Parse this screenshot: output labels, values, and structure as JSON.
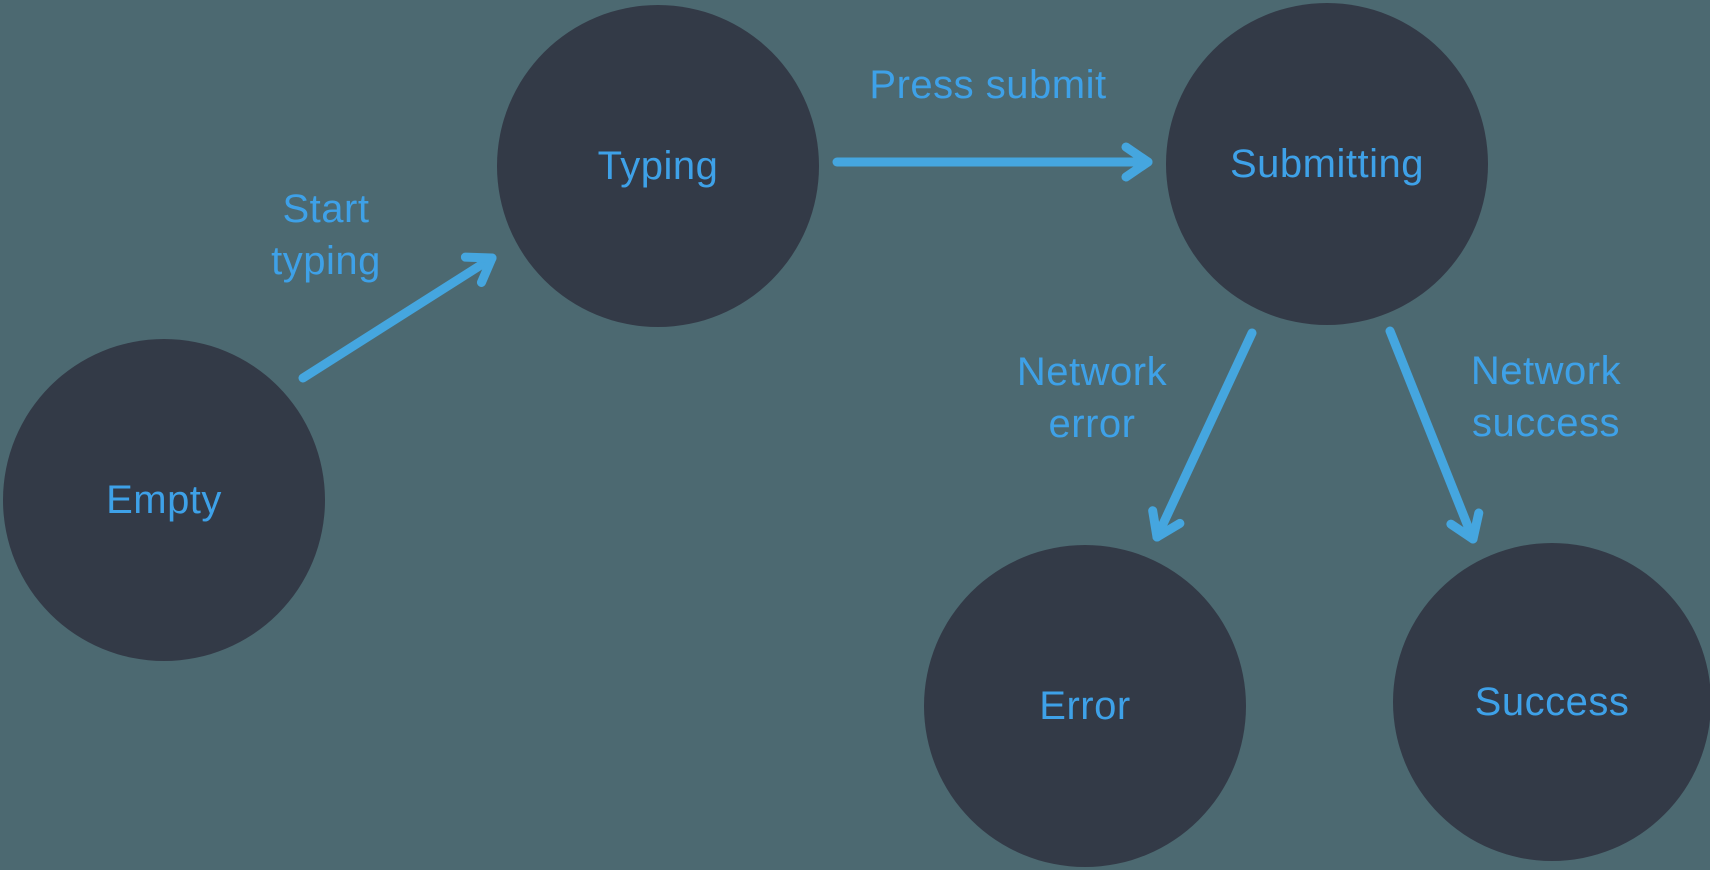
{
  "colors": {
    "background": "#4C6971",
    "node_fill": "#333A47",
    "text_blue": "#3EA1E8",
    "arrow_blue": "#45A6DF"
  },
  "nodes": [
    {
      "id": "empty",
      "label": "Empty"
    },
    {
      "id": "typing",
      "label": "Typing"
    },
    {
      "id": "submitting",
      "label": "Submitting"
    },
    {
      "id": "error",
      "label": "Error"
    },
    {
      "id": "success",
      "label": "Success"
    }
  ],
  "edges": [
    {
      "from": "empty",
      "to": "typing",
      "label": "Start typing"
    },
    {
      "from": "typing",
      "to": "submitting",
      "label": "Press submit"
    },
    {
      "from": "submitting",
      "to": "error",
      "label": "Network error"
    },
    {
      "from": "submitting",
      "to": "success",
      "label": "Network success"
    }
  ]
}
